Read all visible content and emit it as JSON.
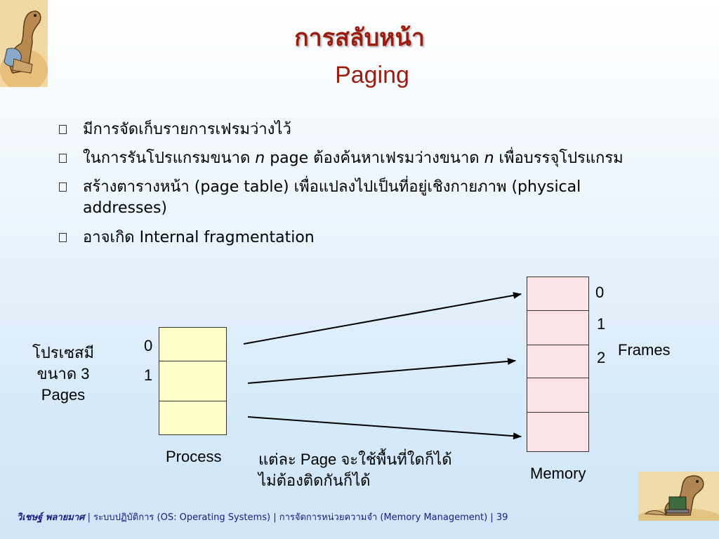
{
  "title": {
    "thai": "การสลับหน้า",
    "english": "Paging"
  },
  "bullets": [
    {
      "text": "มีการจัดเก็บรายการเฟรมว่างไว้"
    },
    {
      "pre": "ในการรันโปรแกรมขนาด ",
      "var1": "n",
      "mid": " page ต้องค้นหาเฟรมว่างขนาด ",
      "var2": "n",
      "post": " เพื่อบรรจุโปรแกรม"
    },
    {
      "line1": "สร้างตารางหน้า (page table) เพื่อแปลงไปเป็นที่อยู่เชิงกายภาพ (physical",
      "line2": "addresses)"
    },
    {
      "text": "อาจเกิด Internal fragmentation"
    }
  ],
  "diagram": {
    "process_desc": [
      "โปรเซสมี",
      "ขนาด 3",
      "Pages"
    ],
    "process_indices": [
      "0",
      "1"
    ],
    "process_label": "Process",
    "note": [
      "แต่ละ Page จะใช้พื้นที่ใดก็ได้",
      "ไม่ต้องติดกันก็ได้"
    ],
    "frame_indices": [
      "0",
      "1",
      "2"
    ],
    "frames_label": "Frames",
    "memory_label": "Memory",
    "colors": {
      "process_cell": "#ffffc8",
      "memory_cell": "#fde3e8",
      "arrow": "#000000"
    }
  },
  "footer": {
    "author": "วิเชษฐ์ พลายมาศ",
    "course": "ระบบปฏิบัติการ (OS: Operating Systems)",
    "topic": "การจัดการหน่วยความจำ  (Memory Management)",
    "page": "39",
    "sep": "|"
  },
  "icons": {
    "top_left": "dinosaur-illustration-icon",
    "bottom_right": "dinosaur-laptop-illustration-icon",
    "bullet": "square-bullet-icon"
  }
}
